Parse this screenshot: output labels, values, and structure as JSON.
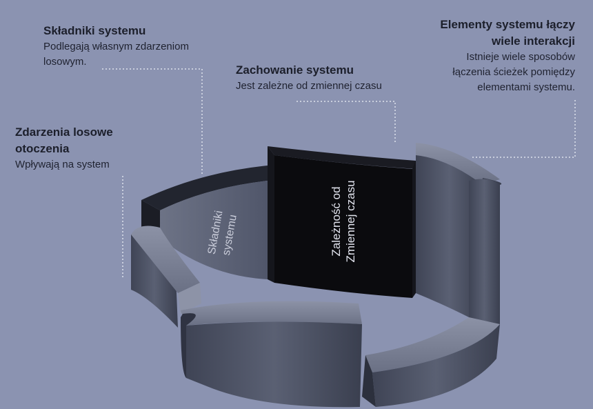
{
  "callouts": {
    "components": {
      "title": "Składniki systemu",
      "desc": "Podlegają własnym zdarzeniom\nlosowym."
    },
    "environment": {
      "title": "Zdarzenia losowe\notoczenia",
      "desc": "Wpływają na system"
    },
    "behavior": {
      "title": "Zachowanie systemu",
      "desc": "Jest zależne od zmiennej czasu"
    },
    "elements": {
      "title": "Elementy systemu łączy\nwiele interakcji",
      "desc": "Istnieje wiele sposobów\nłączenia ścieżek pomiędzy\nelementami  systemu."
    }
  },
  "segments": {
    "components": "Składniki\nsystemu",
    "time": "Zależność od\nZmiennej czasu"
  },
  "colors": {
    "background": "#8b93b1",
    "segment": "#4c5264",
    "segment_dark": "#2a2d38",
    "highlight_segment": "#0b0b0e",
    "connector": "#dfe3ee"
  }
}
